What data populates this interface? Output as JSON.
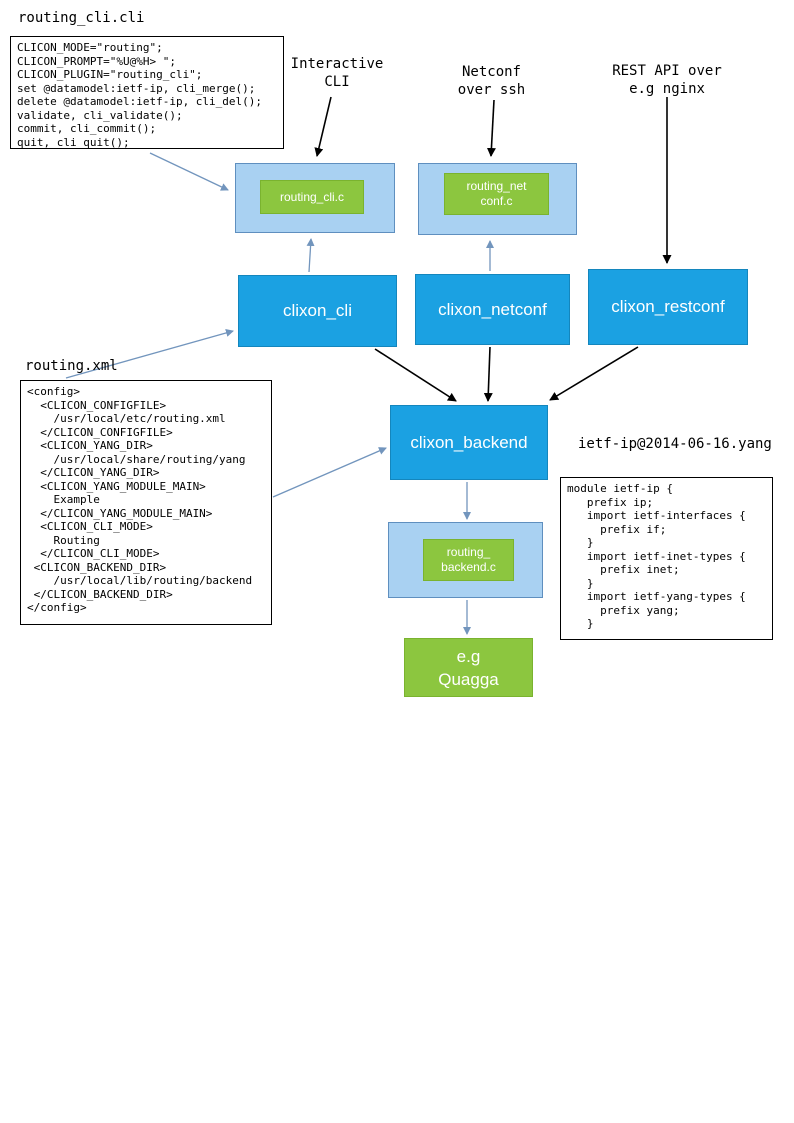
{
  "annotations": {
    "routing_cli_file_label": "routing_cli.cli",
    "routing_xml_label": "routing.xml",
    "yang_label": "ietf-ip@2014-06-16.yang",
    "interactive_cli": "Interactive\nCLI",
    "netconf_over_ssh": "Netconf\nover ssh",
    "rest_api": "REST API over\ne.g nginx"
  },
  "code": {
    "routing_cli_cli": "CLICON_MODE=\"routing\";\nCLICON_PROMPT=\"%U@%H> \";\nCLICON_PLUGIN=\"routing_cli\";\nset @datamodel:ietf-ip, cli_merge();\ndelete @datamodel:ietf-ip, cli_del();\nvalidate, cli_validate();\ncommit, cli_commit();\nquit, cli_quit();",
    "routing_xml": "<config>\n  <CLICON_CONFIGFILE>\n    /usr/local/etc/routing.xml\n  </CLICON_CONFIGFILE>\n  <CLICON_YANG_DIR>\n    /usr/local/share/routing/yang\n  </CLICON_YANG_DIR>\n  <CLICON_YANG_MODULE_MAIN>\n    Example\n  </CLICON_YANG_MODULE_MAIN>\n  <CLICON_CLI_MODE>\n    Routing\n  </CLICON_CLI_MODE>\n <CLICON_BACKEND_DIR>\n    /usr/local/lib/routing/backend\n </CLICON_BACKEND_DIR>\n</config>",
    "ietf_ip_yang": "module ietf-ip {\n   prefix ip;\n   import ietf-interfaces {\n     prefix if;\n   }\n   import ietf-inet-types {\n     prefix inet;\n   }\n   import ietf-yang-types {\n     prefix yang;\n   }"
  },
  "nodes": {
    "routing_cli_c": "routing_cli.c",
    "routing_netconf_c": "routing_net\nconf.c",
    "clixon_cli": "clixon_cli",
    "clixon_netconf": "clixon_netconf",
    "clixon_restconf": "clixon_restconf",
    "clixon_backend": "clixon_backend",
    "routing_backend_c": "routing_\nbackend.c",
    "quagga": "e.g\nQuagga"
  },
  "colors": {
    "node_blue": "#1ba1e2",
    "node_blue_border": "#1486bd",
    "node_light_blue": "#a9d1f2",
    "node_light_blue_border": "#5f8fbf",
    "node_green": "#8cc63f",
    "node_green_border": "#7ab32f",
    "arrow_blue": "#7295bd",
    "arrow_black": "#000000",
    "box_border": "#000000"
  }
}
